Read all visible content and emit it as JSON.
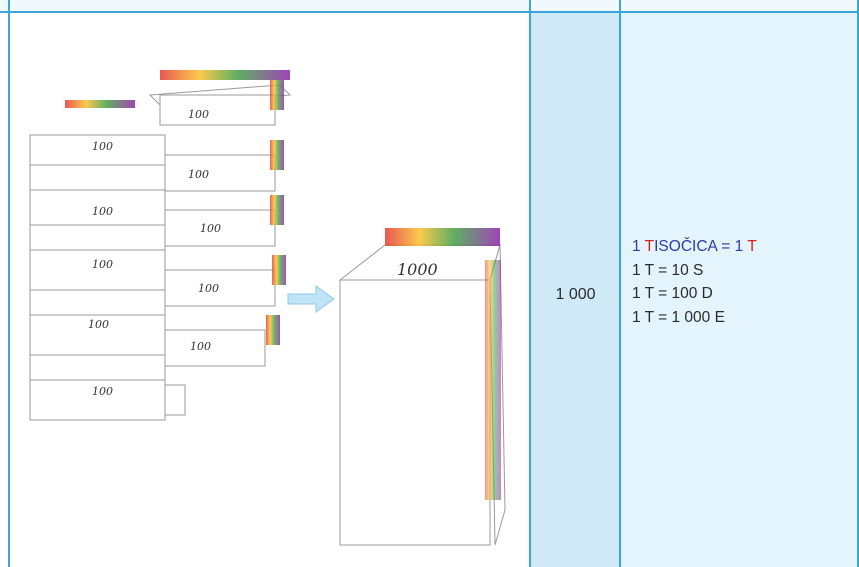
{
  "note_labels": {
    "hundred": "100",
    "thousand": "1000"
  },
  "number_column": {
    "value": "1 000"
  },
  "definitions": [
    {
      "parts": [
        {
          "text": "1 ",
          "color": "blue"
        },
        {
          "text": "T",
          "color": "red"
        },
        {
          "text": "ISOČICA = 1 ",
          "color": "blue"
        },
        {
          "text": "T",
          "color": "red"
        }
      ]
    },
    {
      "parts": [
        {
          "text": "1 T = 10 S",
          "color": "dark"
        }
      ]
    },
    {
      "parts": [
        {
          "text": "1 T = 100 D",
          "color": "dark"
        }
      ]
    },
    {
      "parts": [
        {
          "text": "1 T = 1 000 E",
          "color": "dark"
        }
      ]
    }
  ],
  "colors": {
    "border": "#3aa6dc",
    "number_column_bg": "#cfe9f7",
    "text_column_bg": "#e4f4fc",
    "blue_text": "#2e3aa8",
    "red_text": "#e02020"
  }
}
